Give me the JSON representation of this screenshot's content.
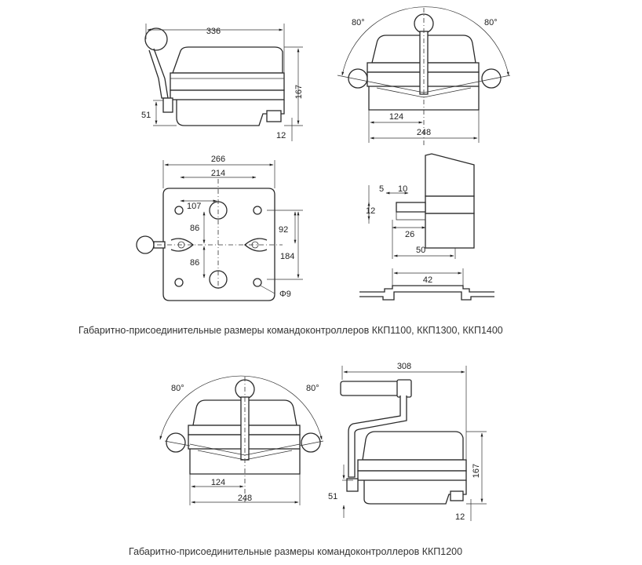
{
  "top": {
    "side_view": {
      "width": "336",
      "height": "167",
      "handle_height": "51",
      "foot": "12"
    },
    "front_view": {
      "angle_left": "80°",
      "angle_right": "80°",
      "half": "124",
      "width": "248"
    },
    "plan_view": {
      "outer": "266",
      "holes_x": "214",
      "half_x": "107",
      "y_up": "86",
      "y_down": "86",
      "right_y": "92",
      "right_total": "184",
      "hole": "Φ9"
    },
    "detail": {
      "d5": "5",
      "d10": "10",
      "d12": "12",
      "d26": "26",
      "d50": "50",
      "d42": "42"
    },
    "caption": "Габаритно-присоединительные размеры командоконтроллеров  ККП1100,  ККП1300, ККП1400"
  },
  "bottom": {
    "front_view": {
      "angle_left": "80°",
      "angle_right": "80°",
      "half": "124",
      "width": "248"
    },
    "side_view": {
      "width": "308",
      "height": "167",
      "handle_height": "51",
      "foot": "12"
    },
    "caption": "Габаритно-присоединительные размеры командоконтроллеров ККП1200"
  }
}
